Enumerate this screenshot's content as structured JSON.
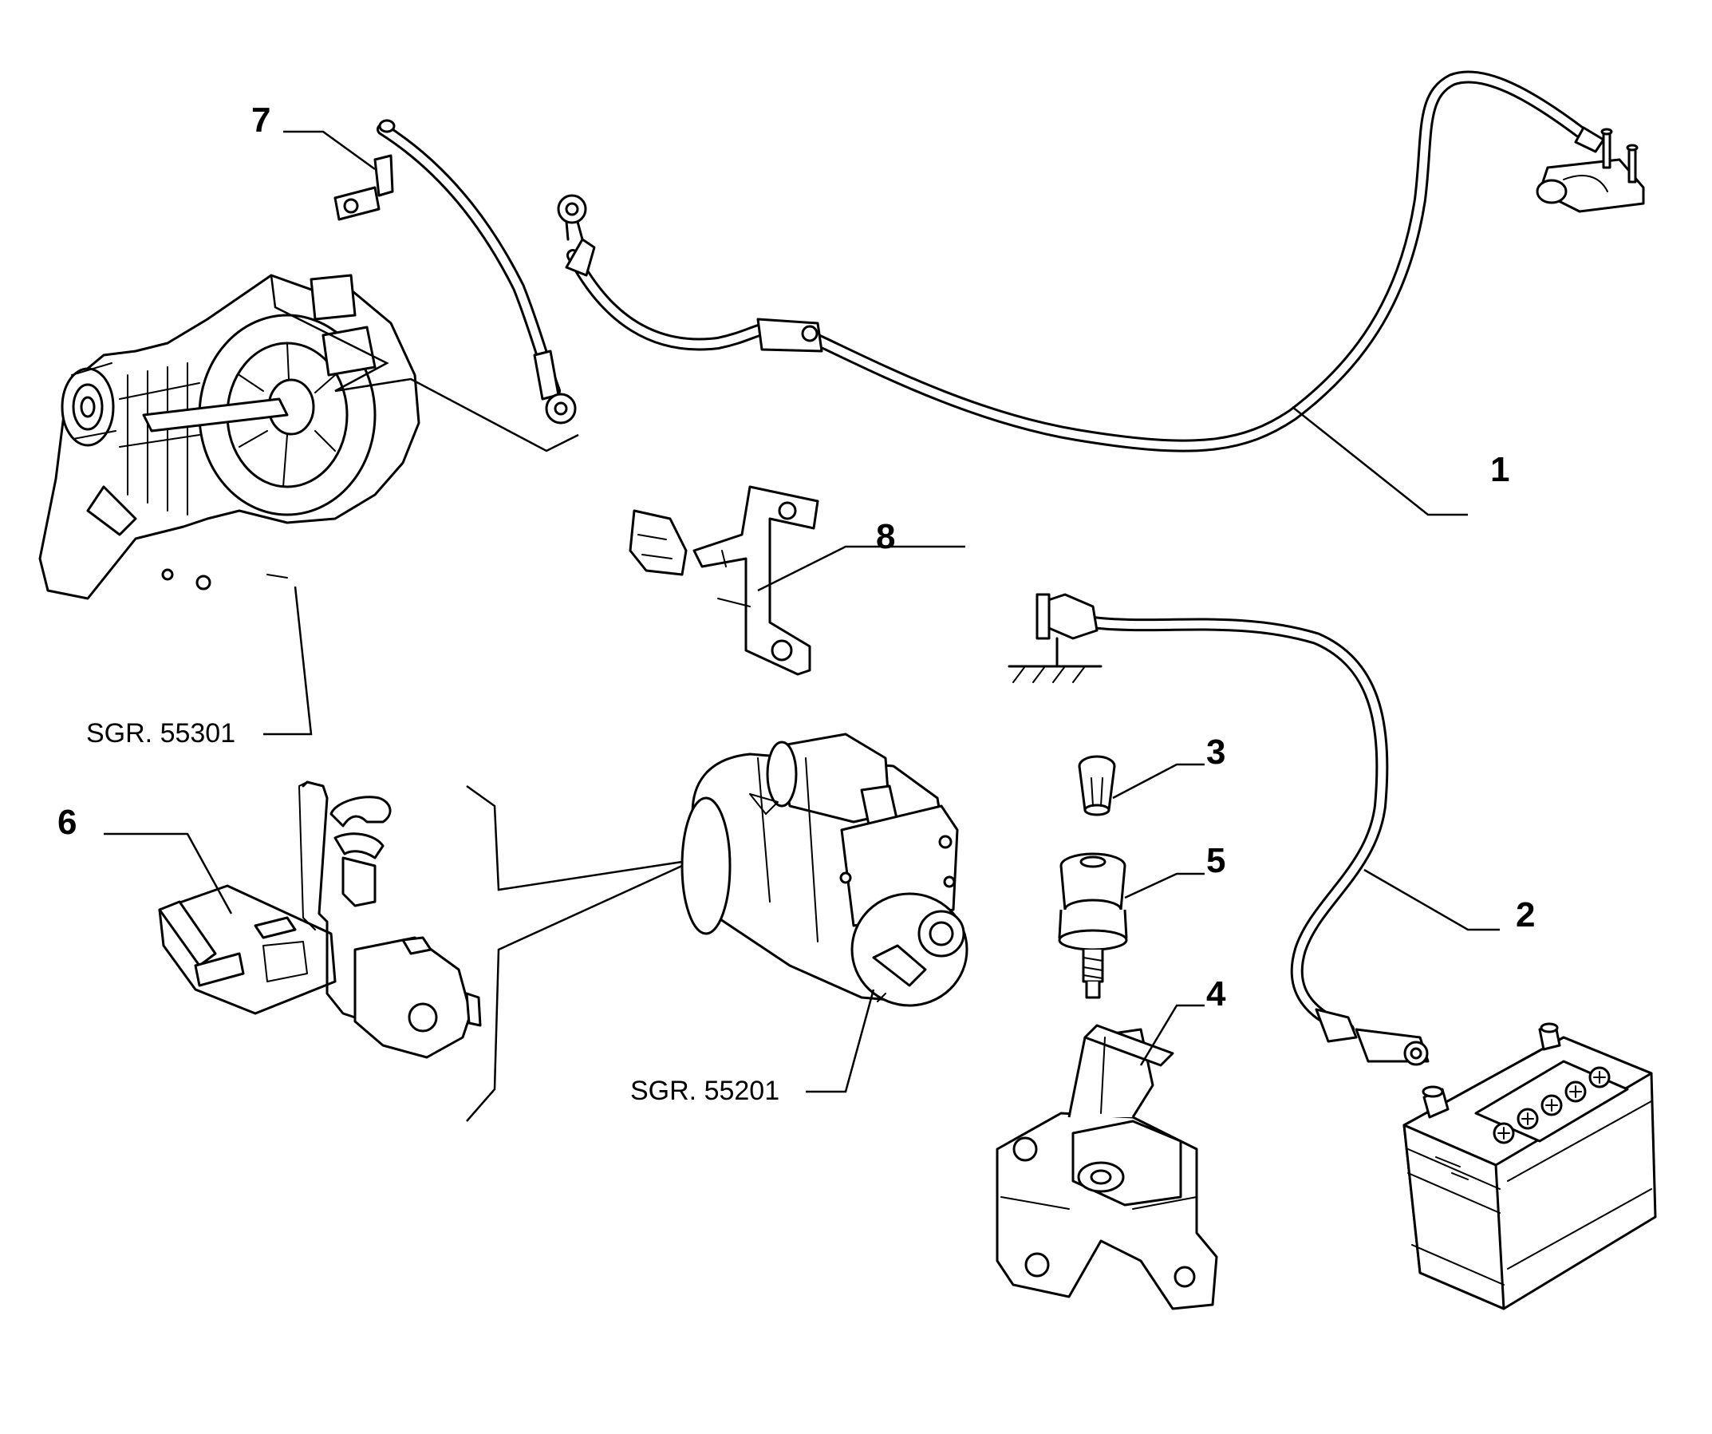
{
  "callouts": {
    "c1": "1",
    "c2": "2",
    "c3": "3",
    "c4": "4",
    "c5": "5",
    "c6": "6",
    "c7": "7",
    "c8": "8"
  },
  "references": {
    "alternator": "SGR. 55301",
    "starter": "SGR. 55201"
  },
  "colors": {
    "line": "#000000",
    "background": "#ffffff"
  }
}
